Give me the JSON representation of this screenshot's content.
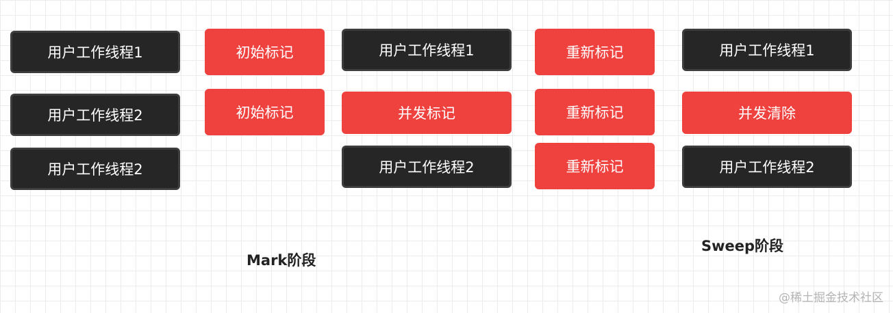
{
  "columns": [
    {
      "id": "initial-threads",
      "boxes": [
        {
          "label": "用户工作线程1",
          "style": "dark"
        },
        {
          "label": "用户工作线程2",
          "style": "dark"
        },
        {
          "label": "用户工作线程2",
          "style": "dark"
        }
      ]
    },
    {
      "id": "initial-mark",
      "boxes": [
        {
          "label": "初始标记",
          "style": "red"
        },
        {
          "label": "初始标记",
          "style": "red"
        }
      ]
    },
    {
      "id": "concurrent-mark",
      "boxes": [
        {
          "label": "用户工作线程1",
          "style": "dark"
        },
        {
          "label": "并发标记",
          "style": "red"
        },
        {
          "label": "用户工作线程2",
          "style": "dark"
        }
      ]
    },
    {
      "id": "remark",
      "boxes": [
        {
          "label": "重新标记",
          "style": "red"
        },
        {
          "label": "重新标记",
          "style": "red"
        },
        {
          "label": "重新标记",
          "style": "red"
        }
      ]
    },
    {
      "id": "concurrent-sweep",
      "boxes": [
        {
          "label": "用户工作线程1",
          "style": "dark"
        },
        {
          "label": "并发清除",
          "style": "red"
        },
        {
          "label": "用户工作线程2",
          "style": "dark"
        }
      ]
    }
  ],
  "phases": {
    "mark": "Mark阶段",
    "sweep": "Sweep阶段"
  },
  "watermark": "@稀土掘金技术社区",
  "colors": {
    "thread_box": "#262626",
    "gc_box": "#ef423f",
    "grid": "#ececec"
  }
}
